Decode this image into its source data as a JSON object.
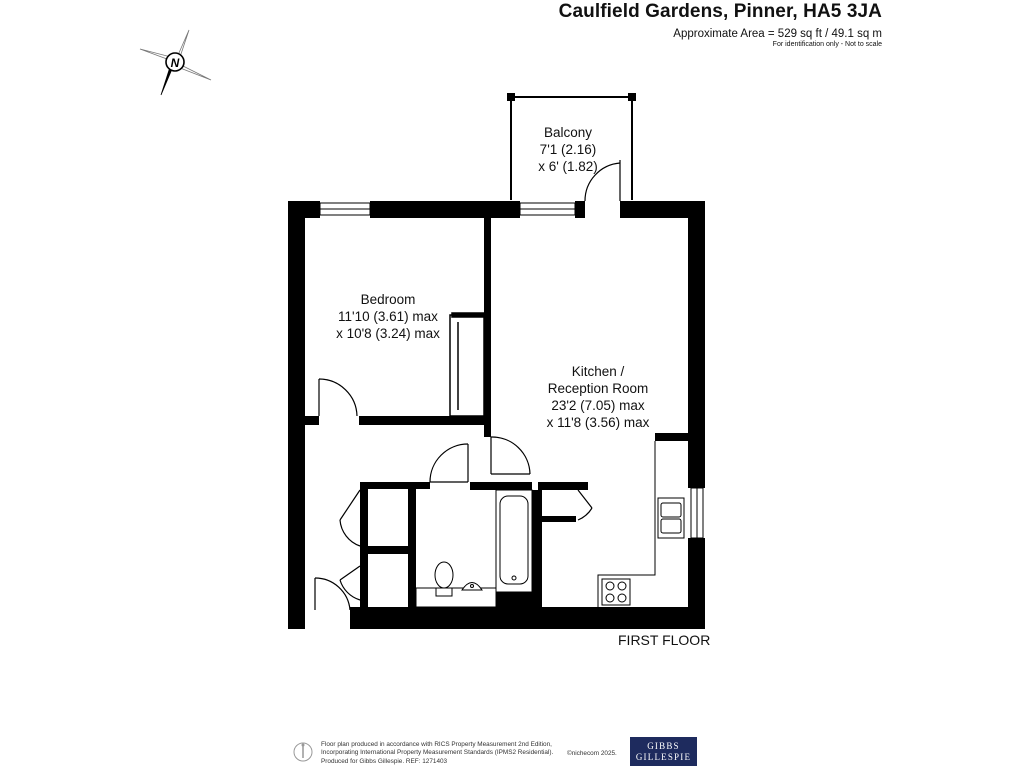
{
  "header": {
    "title": "Caulfield Gardens, Pinner, HA5 3JA",
    "area": "Approximate Area = 529 sq ft / 49.1 sq m",
    "note": "For identification only - Not to scale"
  },
  "compass": {
    "letter": "N"
  },
  "rooms": {
    "balcony": {
      "name": "Balcony",
      "dim1": "7'1 (2.16)",
      "dim2": "x 6' (1.82)"
    },
    "bedroom": {
      "name": "Bedroom",
      "dim1": "11'10 (3.61) max",
      "dim2": "x 10'8 (3.24) max"
    },
    "kitchen": {
      "name1": "Kitchen /",
      "name2": "Reception Room",
      "dim1": "23'2 (7.05) max",
      "dim2": "x 11'8 (3.56) max"
    }
  },
  "floor_label": "FIRST FLOOR",
  "footer": {
    "line1": "Floor plan produced in accordance with RICS Property Measurement 2nd Edition,",
    "line2": "Incorporating International Property Measurement Standards (IPMS2 Residential).",
    "line3": "Produced for Gibbs Gillespie.   REF: 1271403",
    "copyright": "©nichecom 2025.",
    "logo_line1": "GIBBS",
    "logo_line2": "GILLESPIE"
  },
  "colors": {
    "wall": "#000000",
    "logo_bg": "#1e2b5e",
    "text": "#111111"
  }
}
